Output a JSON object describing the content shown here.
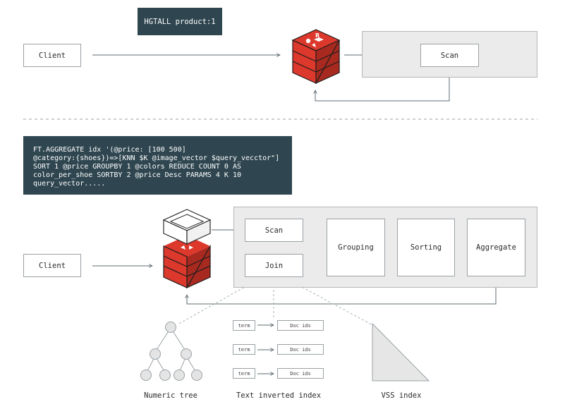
{
  "top": {
    "command": "HGTALL product:1",
    "client_label": "Client",
    "scan_label": "Scan"
  },
  "bottom": {
    "code_lines": [
      "FT.AGGREGATE idx '(@price: [100 500]",
      "@category:{shoes})=>[KNN $K @image_vector $query_vecctor\"]",
      "SORT 1 @price GROUPBY 1 @colors REDUCE COUNT 0 AS",
      "color_per_shoe SORTBY 2 @price Desc PARAMS 4 K 10",
      "query_vector....."
    ],
    "client_label": "Client",
    "scan_label": "Scan",
    "join_label": "Join",
    "grouping_label": "Grouping",
    "sorting_label": "Sorting",
    "aggregate_label": "Aggregate",
    "index_rows": [
      {
        "term": "term",
        "doc": "Doc ids"
      },
      {
        "term": "term",
        "doc": "Doc ids"
      },
      {
        "term": "term",
        "doc": "Doc ids"
      }
    ],
    "captions": {
      "numeric_tree": "Numeric tree",
      "text_index": "Text inverted index",
      "vss_index": "VSS index"
    }
  },
  "colors": {
    "redis_red": "#dc382c",
    "redis_dark_red": "#a8291f",
    "code_bg": "#2f4650",
    "panel_bg": "#ebebeb",
    "line": "#5d6b72"
  }
}
